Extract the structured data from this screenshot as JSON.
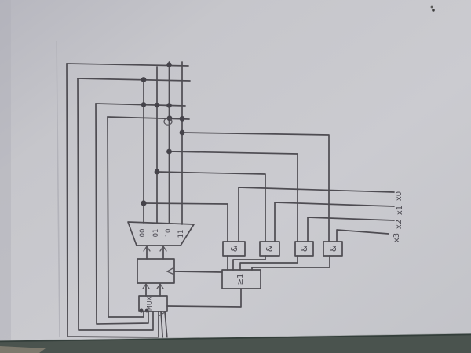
{
  "figure": {
    "description": "hand-drawn sequential logic circuit sketch on paper",
    "ink_color": "#4e4c52",
    "paper_color": "#c6c6cb",
    "table_color": "#4a534e"
  },
  "labels": {
    "mux": "MUX",
    "or_gate": "≥1",
    "and_gate_1": "&",
    "and_gate_2": "&",
    "and_gate_3": "&",
    "and_gate_4": "&",
    "decoder_outputs": [
      "00",
      "01",
      "10",
      "11"
    ],
    "inputs": [
      "x0",
      "x1",
      "x2",
      "x3"
    ]
  }
}
